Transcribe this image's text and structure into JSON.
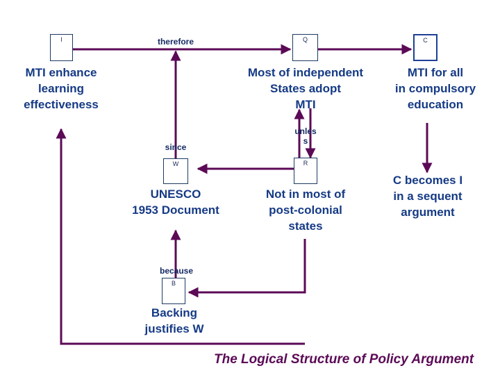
{
  "diagram": {
    "title": "The Logical Structure of Policy Argument",
    "colors": {
      "edge": "#5b0a56",
      "node_text": "#153a85",
      "node_border": "#1b3a63",
      "node_border_heavy": "#1d3f96",
      "label_text": "#152a63",
      "title_text": "#5b0a56",
      "background": "#ffffff"
    },
    "nodes": [
      {
        "id": "I",
        "letter": "I",
        "text": "MTI enhance\nlearning\neffectiveness",
        "line1": "MTI enhance",
        "line2": "learning",
        "line3": "effectiveness"
      },
      {
        "id": "Q",
        "letter": "Q",
        "text": "Most of independent\nStates adopt\nMTI",
        "line1": "Most of independent",
        "line2": "States adopt",
        "line3": "MTI"
      },
      {
        "id": "C",
        "letter": "C",
        "text": "MTI for all\nin compulsory\neducation",
        "line1": "MTI for all",
        "line2": "in compulsory",
        "line3": "education"
      },
      {
        "id": "W",
        "letter": "W",
        "text": "UNESCO\n1953 Document",
        "line1": "UNESCO",
        "line2": "1953 Document"
      },
      {
        "id": "R",
        "letter": "R",
        "text": "Not in most of\npost-colonial\nstates",
        "line1": "Not in most of",
        "line2": "post-colonial",
        "line3": "states"
      },
      {
        "id": "B",
        "letter": "B",
        "text": "Backing\njustifies W",
        "line1": "Backing",
        "line2": "justifies W"
      }
    ],
    "annotation": {
      "line1": "C becomes I",
      "line2": "in a sequent",
      "line3": "argument"
    },
    "edge_labels": {
      "therefore": "therefore",
      "since": "since",
      "unless_part1": "unles",
      "unless_part2": "s",
      "because": "because"
    }
  }
}
